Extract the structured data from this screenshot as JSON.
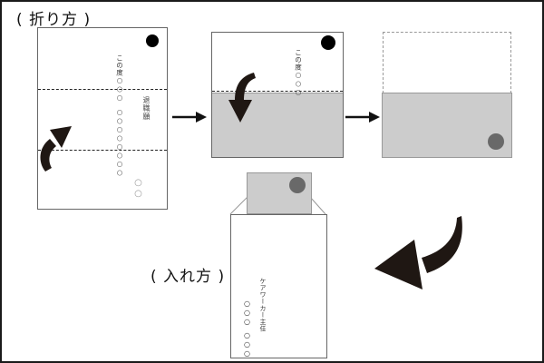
{
  "labels": {
    "folding_section": "( 折り方 )",
    "inserting_section": "( 入れ方 )"
  },
  "letter_unfolded": {
    "opening_text": "この度○○○",
    "body_placeholder": "○○○○○○○○",
    "document_title": "退職願",
    "signature_placeholder": "○○"
  },
  "letter_half_folded": {
    "opening_text": "この度○○○"
  },
  "envelope": {
    "address_title": "ケアワーカー主任",
    "address_name_upper": "○○○",
    "address_name_lower": "○○○"
  },
  "colors": {
    "paper_white": "#ffffff",
    "folded_gray": "#cccccc",
    "seal_black": "#000000",
    "seal_gray": "#696969",
    "arrow_ink": "#1f1713",
    "fold_line_dark": "#222222",
    "outline_gray": "#999999"
  }
}
